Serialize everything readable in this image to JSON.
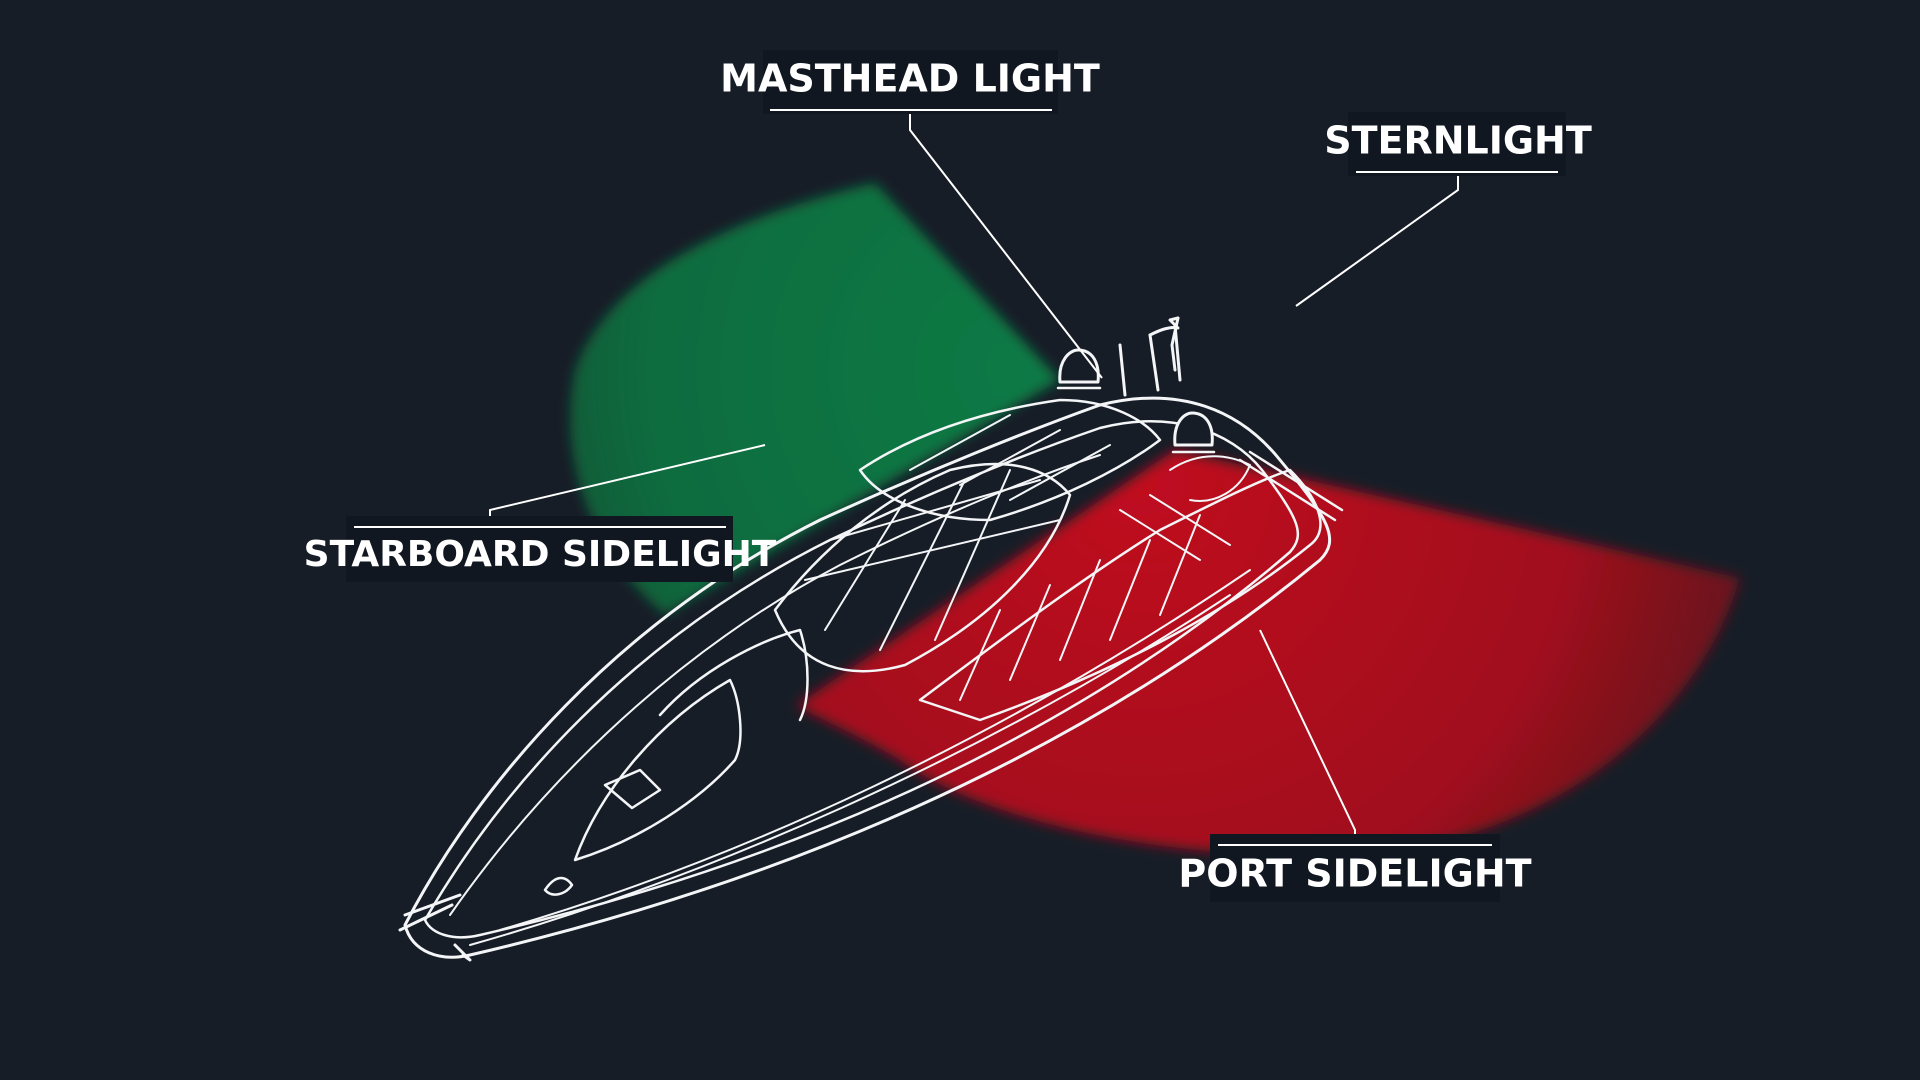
{
  "colors": {
    "background": "#171d27",
    "starboard_light": "#0c7a45",
    "port_light": "#b0101e",
    "line": "#ffffff"
  },
  "labels": {
    "masthead": "MASTHEAD LIGHT",
    "sternlight": "STERNLIGHT",
    "starboard": "STARBOARD SIDELIGHT",
    "port": "PORT SIDELIGHT"
  }
}
